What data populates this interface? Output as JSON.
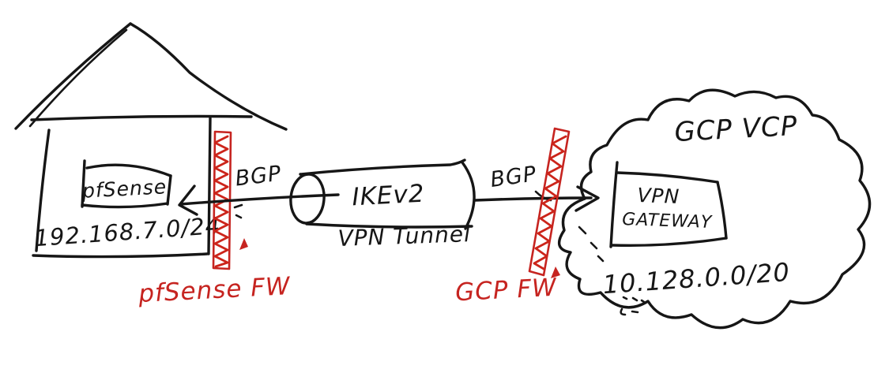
{
  "home": {
    "device_label": "pfSense",
    "subnet_label": "192.168.7.0/24",
    "firewall_label": "pfSense FW",
    "bgp_label": "BGP"
  },
  "tunnel": {
    "protocol_label": "IKEv2",
    "name_label": "VPN Tunnel"
  },
  "gcp": {
    "bgp_label": "BGP",
    "firewall_label": "GCP FW",
    "cloud_label": "GCP VCP",
    "gateway_label_line1": "VPN",
    "gateway_label_line2": "GATEWAY",
    "subnet_label": "10.128.0.0/20"
  },
  "colors": {
    "ink": "#161616",
    "firewall_red": "#c62420"
  }
}
